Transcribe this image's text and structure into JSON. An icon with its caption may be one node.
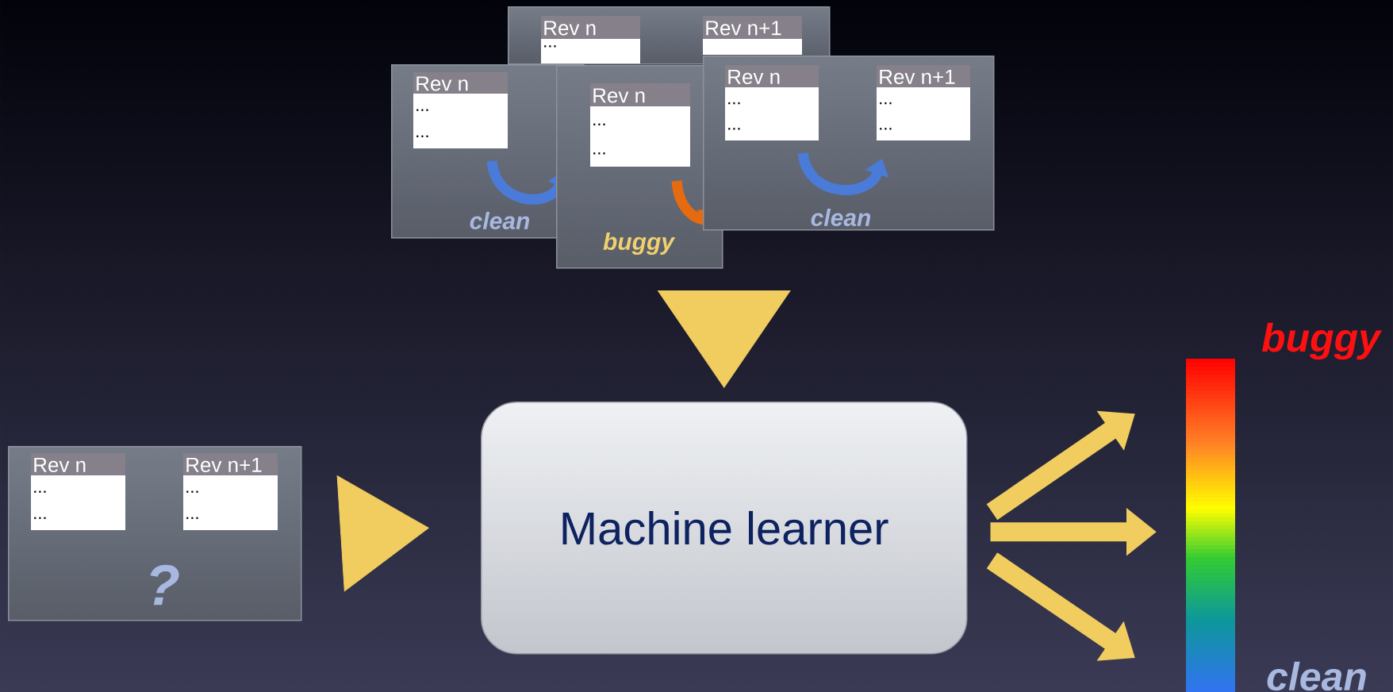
{
  "diagram": {
    "nodes": [
      {
        "text": [
          "clean"
        ]
      },
      {
        "text": [
          "Rev n",
          "...",
          "..."
        ],
        "in": 0
      },
      {
        "text": [
          "Rev n+1",
          "...",
          "..."
        ],
        "in": 0
      },
      {
        "text": [
          "buggy"
        ]
      },
      {
        "text": [
          "Rev n",
          "...",
          "..."
        ],
        "in": 3
      },
      {
        "text": [
          "clean"
        ]
      },
      {
        "text": [
          "Rev n",
          "...",
          "..."
        ],
        "in": 5
      },
      {
        "text": [],
        "shape": "box"
      },
      {
        "text": [
          "Rev n",
          "..."
        ],
        "in": 7
      },
      {
        "text": [
          "Rev n+1"
        ],
        "in": 7
      },
      {
        "text": [
          "?"
        ]
      },
      {
        "text": [
          "Rev n",
          "...",
          "..."
        ],
        "in": 10
      },
      {
        "text": [
          "Rev n+1",
          "...",
          "..."
        ],
        "in": 10
      },
      {
        "text": [
          "Machine learner"
        ]
      },
      {
        "text": [],
        "shape": "bar",
        "beside": [
          "buggy",
          "clean"
        ]
      }
    ],
    "edges": [
      {
        "from": 3,
        "to": 13,
        "arrow": "to"
      },
      {
        "from": 10,
        "to": 13,
        "arrow": "to"
      },
      {
        "from": 13,
        "to": 14,
        "arrow": "to"
      },
      {
        "from": 13,
        "to": 14,
        "arrow": "to"
      },
      {
        "from": 13,
        "to": 14,
        "arrow": "to"
      }
    ]
  }
}
